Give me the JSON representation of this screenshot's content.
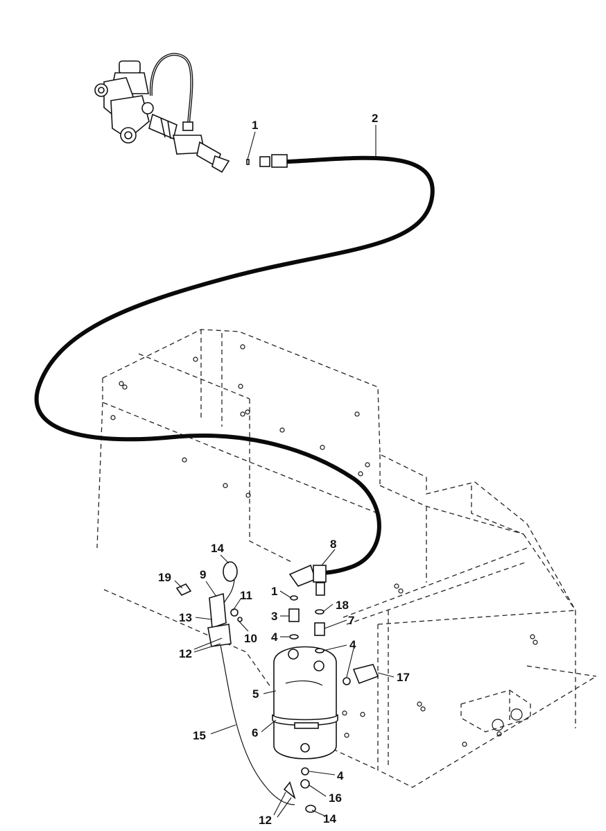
{
  "callouts": [
    {
      "id": "c1a",
      "label": "1"
    },
    {
      "id": "c2",
      "label": "2"
    },
    {
      "id": "c8",
      "label": "8"
    },
    {
      "id": "c14a",
      "label": "14"
    },
    {
      "id": "c19",
      "label": "19"
    },
    {
      "id": "c9",
      "label": "9"
    },
    {
      "id": "c11",
      "label": "11"
    },
    {
      "id": "c13",
      "label": "13"
    },
    {
      "id": "c10",
      "label": "10"
    },
    {
      "id": "c12a",
      "label": "12"
    },
    {
      "id": "c1b",
      "label": "1"
    },
    {
      "id": "c3",
      "label": "3"
    },
    {
      "id": "c4a",
      "label": "4"
    },
    {
      "id": "c18",
      "label": "18"
    },
    {
      "id": "c7",
      "label": "7"
    },
    {
      "id": "c4b",
      "label": "4"
    },
    {
      "id": "c17",
      "label": "17"
    },
    {
      "id": "c5",
      "label": "5"
    },
    {
      "id": "c6",
      "label": "6"
    },
    {
      "id": "c15",
      "label": "15"
    },
    {
      "id": "c4c",
      "label": "4"
    },
    {
      "id": "c16",
      "label": "16"
    },
    {
      "id": "c12b",
      "label": "12"
    },
    {
      "id": "c14b",
      "label": "14"
    }
  ]
}
